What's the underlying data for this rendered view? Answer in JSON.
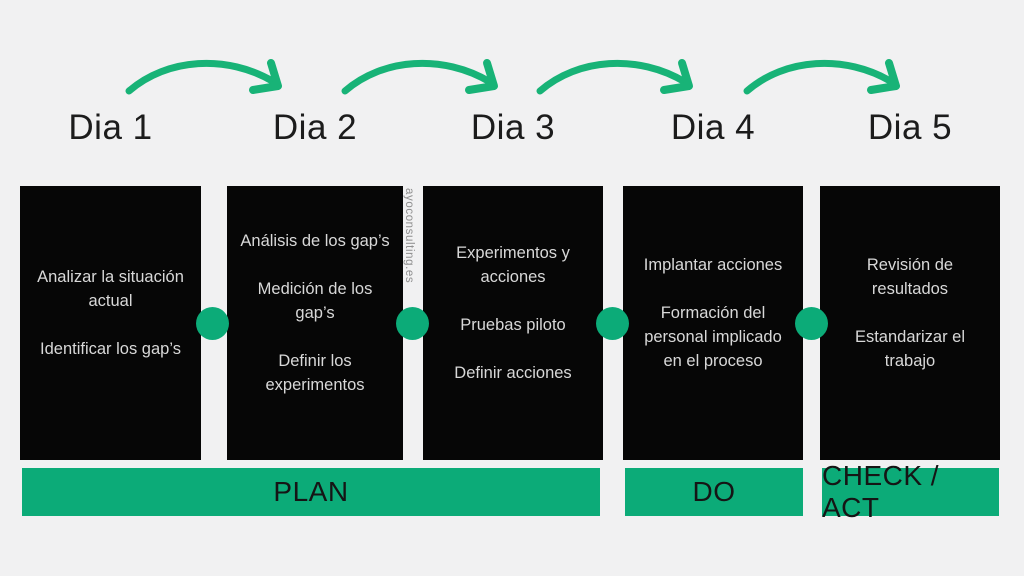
{
  "colors": {
    "bg": "#f1f1f2",
    "box": "#060606",
    "box-text": "#d8d8d8",
    "ink": "#1c1c1c",
    "green": "#0cab78",
    "arrow-green": "#18b377",
    "watermark": "#8f8f8f"
  },
  "watermark": "ayoconsulting.es",
  "days": [
    {
      "label": "Dia 1",
      "tasks": [
        "Analizar la situación actual",
        "Identificar los gap’s"
      ]
    },
    {
      "label": "Dia 2",
      "tasks": [
        "Análisis de los gap’s",
        "Medición de los gap’s",
        "Definir los experimentos"
      ]
    },
    {
      "label": "Dia 3",
      "tasks": [
        "Experimentos y acciones",
        "Pruebas piloto",
        "Definir acciones"
      ]
    },
    {
      "label": "Dia 4",
      "tasks": [
        "Implantar acciones",
        "Formación del personal implicado en el proceso"
      ]
    },
    {
      "label": "Dia 5",
      "tasks": [
        "Revisión de resultados",
        "Estandarizar el trabajo"
      ]
    }
  ],
  "phases": [
    {
      "label": "PLAN"
    },
    {
      "label": "DO"
    },
    {
      "label": "CHECK / ACT"
    }
  ]
}
